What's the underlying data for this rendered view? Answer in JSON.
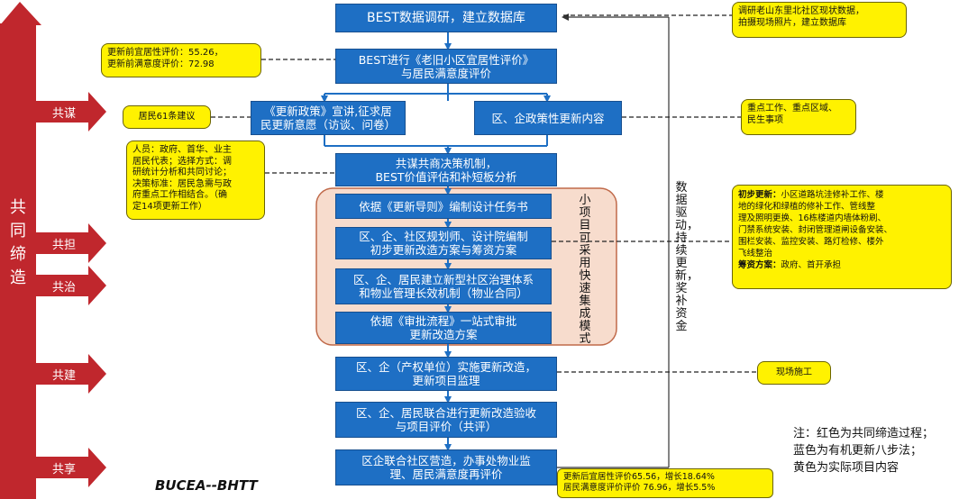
{
  "left_panel": {
    "main_title": "共同缔造",
    "labels": [
      "共谋",
      "共担",
      "共治",
      "共建",
      "共享"
    ]
  },
  "steps": [
    "BEST数据调研，建立数据库",
    "BEST进行《老旧小区宜居性评价》",
    "与居民满意度评价",
    "《更新政策》宣讲,征求居",
    "民更新意愿（访谈、问卷）",
    "区、企政策性更新内容",
    "共谋共商决策机制，",
    "BEST价值评估和补短板分析",
    "依据《更新导则》编制设计任务书",
    "区、企、社区规划师、设计院编制",
    "初步更新改造方案与筹资方案",
    "区、企、居民建立新型社区治理体系",
    "和物业管理长效机制（物业合同）",
    "依据《审批流程》一站式审批",
    "更新改造方案",
    "区、企（产权单位）实施更新改造，",
    "更新项目监理",
    "区、企、居民联合进行更新改造验收",
    "与项目评价（共评）",
    "区企联合社区营造，办事处物业监",
    "理、居民满意度再评价"
  ],
  "vertical_texts": {
    "small_project": "小项目可采用快速集成模式",
    "data_driven": "数据驱动，持续更新，奖补资金"
  },
  "notes": {
    "survey": [
      "调研老山东里北社区现状数据，",
      "拍摄现场照片，建立数据库"
    ],
    "before_eval": [
      "更新前宜居性评价：55.26，",
      "更新前满意度评价：72.98"
    ],
    "suggestions": "居民61条建议",
    "participants": [
      "人员：政府、首华、业主",
      "居民代表；选择方式：调",
      "研统计分析和共同讨论；",
      "决策标准：居民急需与政",
      "府重点工作相结合。（确",
      "定14项更新工作）"
    ],
    "priorities": [
      "重点工作、重点区域、",
      "民生事项"
    ],
    "initial_update_label": "初步更新：",
    "initial_update_text": [
      "小区道路坑洼修补工作、楼",
      "地的绿化和绿植的修补工作、管线整",
      "理及照明更换、16栋楼道内墙体粉刷、",
      "门禁系统安装、封闭管理道闸设备安装、",
      "围栏安装、监控安装、路灯检修、楼外",
      "飞线整治"
    ],
    "funding_label": "筹资方案：",
    "funding_text": "政府、首开承担",
    "construction": "现场施工",
    "after_eval": [
      "更新后宜居性评价65.56，增长18.64%",
      "居民满意度评价评价 76.96，增长5.5%"
    ]
  },
  "brand": "BUCEA--BHTT",
  "legend": [
    "注：红色为共同缔造过程；",
    "蓝色为有机更新八步法；",
    "黄色为实际项目内容"
  ],
  "colors": {
    "red": "#c0272d",
    "blue": "#1e6fc4",
    "yellow": "#fff200",
    "peach": "#f7dccd"
  }
}
